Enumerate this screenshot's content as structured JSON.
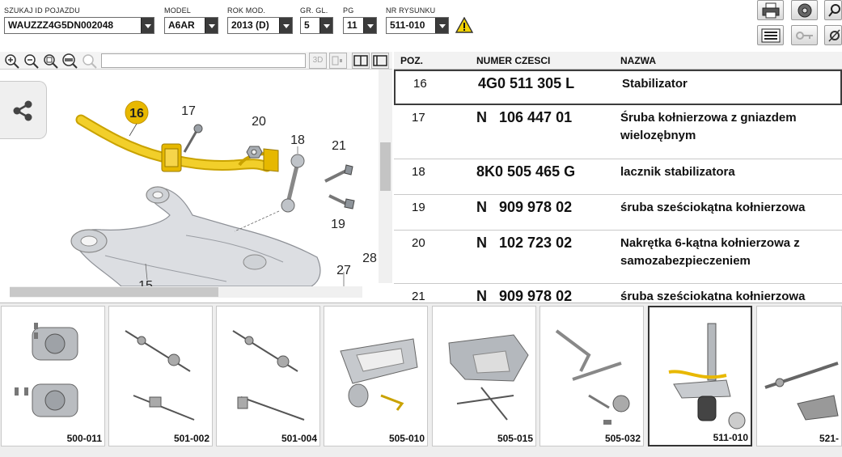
{
  "header": {
    "fields": [
      {
        "label": "SZUKAJ ID POJAZDU",
        "value": "WAUZZZ4G5DN002048"
      },
      {
        "label": "MODEL",
        "value": "A6AR"
      },
      {
        "label": "ROK MOD.",
        "value": "2013 (D)"
      },
      {
        "label": "GR. GL.",
        "value": "5"
      },
      {
        "label": "PG",
        "value": "11"
      },
      {
        "label": "NR RYSUNKU",
        "value": "511-010"
      }
    ],
    "toolbar_icons": [
      "print-icon",
      "disc-icon",
      "search-car-icon",
      "list-icon",
      "key-icon",
      "settings-icon"
    ]
  },
  "diagram": {
    "toolbar": {
      "view_3d": "3D"
    },
    "callouts": [
      {
        "label": "16",
        "highlighted": true
      },
      {
        "label": "17"
      },
      {
        "label": "20"
      },
      {
        "label": "18"
      },
      {
        "label": "21"
      },
      {
        "label": "19"
      },
      {
        "label": "27"
      },
      {
        "label": "28"
      },
      {
        "label": "15"
      }
    ]
  },
  "table": {
    "headers": {
      "pos": "POZ.",
      "number": "NUMER CZESCI",
      "name": "NAZWA"
    },
    "rows": [
      {
        "pos": "16",
        "number": "4G0 511 305 L",
        "name": "Stabilizator",
        "selected": true
      },
      {
        "pos": "17",
        "number": "N   106 447 01",
        "name": "Śruba kołnierzowa z gniazdem wielozębnym"
      },
      {
        "pos": "18",
        "number": "8K0 505 465 G",
        "name": "lacznik stabilizatora"
      },
      {
        "pos": "19",
        "number": "N   909 978 02",
        "name": "śruba sześciokątna kołnierzowa"
      },
      {
        "pos": "20",
        "number": "N   102 723 02",
        "name": "Nakrętka 6-kątna kołnierzowa z samozabezpieczeniem"
      },
      {
        "pos": "21",
        "number": "N   909 978 02",
        "name": "śruba sześciokątna kołnierzowa"
      }
    ]
  },
  "thumbnails": [
    {
      "label": "500-011"
    },
    {
      "label": "501-002"
    },
    {
      "label": "501-004"
    },
    {
      "label": "505-010"
    },
    {
      "label": "505-015"
    },
    {
      "label": "505-032"
    },
    {
      "label": "511-010",
      "active": true
    },
    {
      "label": "521-"
    }
  ],
  "colors": {
    "highlight": "#e8b800",
    "selected_border": "#3c3c3c",
    "warning": "#f2d200"
  }
}
